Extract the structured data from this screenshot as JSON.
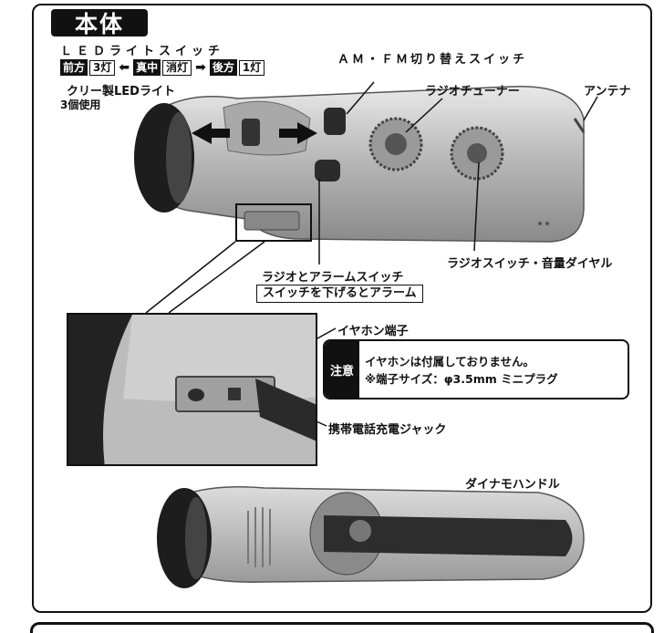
{
  "title": "本体",
  "led_switch": {
    "title": "ＬＥＤライトスイッチ",
    "positions": [
      {
        "dir": "前方",
        "state": "3灯"
      },
      {
        "dir": "真中",
        "state": "消灯"
      },
      {
        "dir": "後方",
        "state": "1灯"
      }
    ],
    "desc": "クリー製LEDライト",
    "count": "3個使用"
  },
  "labels": {
    "am_fm": "ＡＭ・ＦＭ切り替えスイッチ",
    "tuner": "ラジオチューナー",
    "antenna": "アンテナ",
    "radio_alarm": "ラジオとアラームスイッチ",
    "alarm_note": "スイッチを下げるとアラーム",
    "volume": "ラジオスイッチ・音量ダイヤル",
    "earphone": "イヤホン端子",
    "charging": "携帯電話充電ジャック",
    "dynamo": "ダイナモハンドル"
  },
  "notice": {
    "tag": "注意",
    "line1": "イヤホンは付属しておりません。",
    "line2": "※端子サイズ：φ3.5mm ミニプラグ"
  },
  "colors": {
    "silver": "#c4c4c4",
    "dark": "#1a1a1a",
    "accent": "#111111"
  }
}
